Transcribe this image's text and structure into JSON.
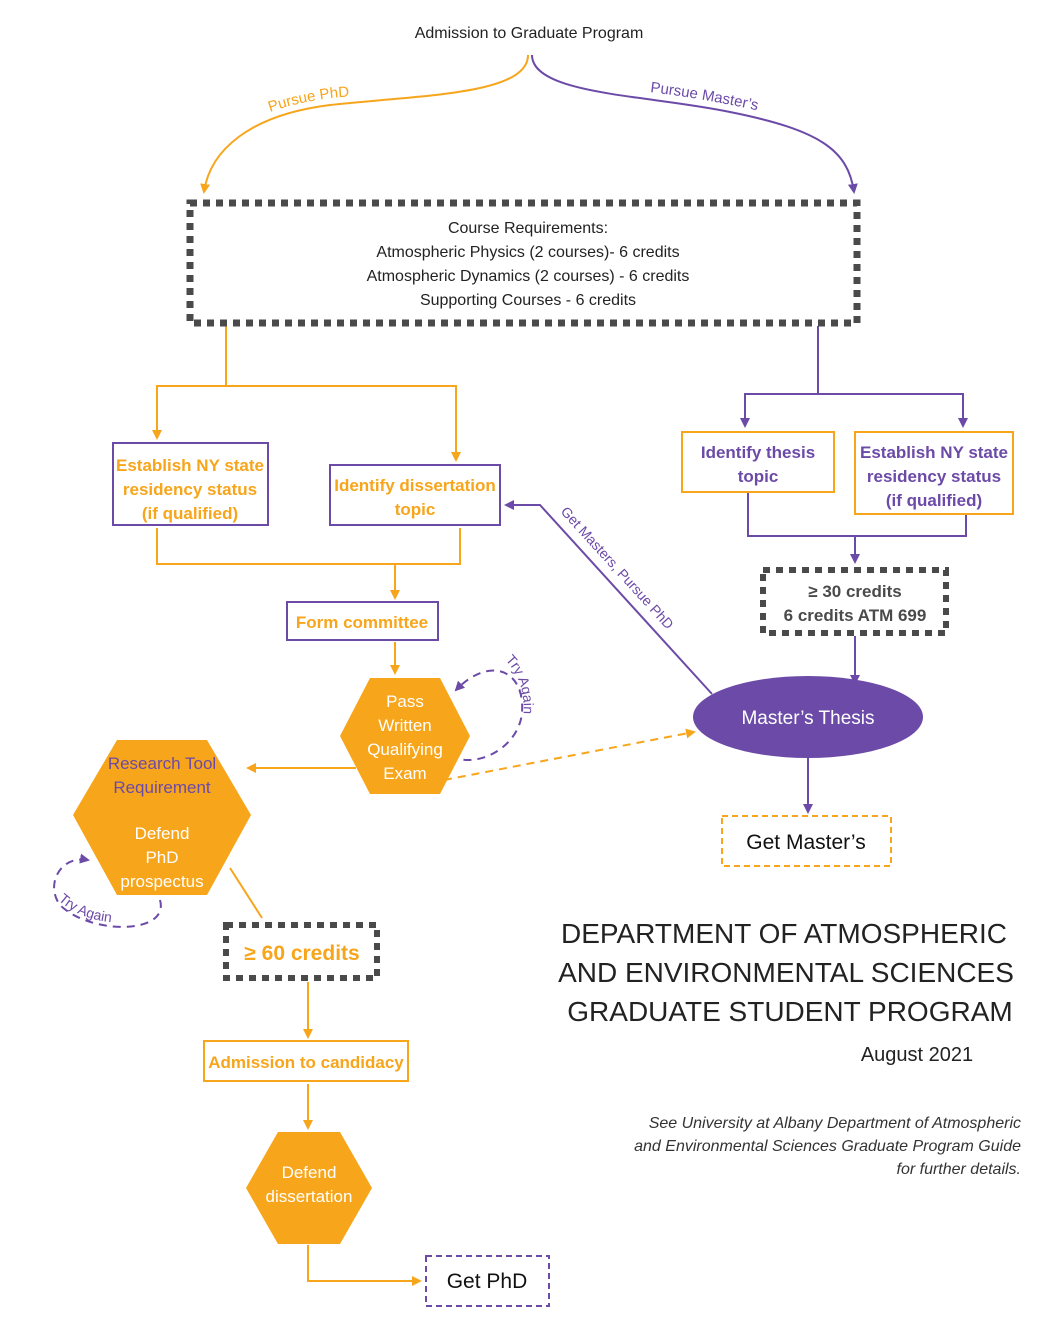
{
  "colors": {
    "phd": "#f7a51b",
    "masters": "#6c4aa7",
    "course_box_border": "#4a4a4a",
    "text": "#222222"
  },
  "start": {
    "label": "Admission to Graduate Program"
  },
  "branches": {
    "phd": "Pursue PhD",
    "masters": "Pursue Master’s"
  },
  "course_requirements": {
    "lines": [
      "Course Requirements:",
      "Atmospheric Physics (2 courses)- 6 credits",
      "Atmospheric Dynamics (2 courses) - 6 credits",
      "Supporting Courses - 6 credits"
    ]
  },
  "phd": {
    "residency": [
      "Establish NY state",
      "residency status",
      "(if qualified)"
    ],
    "dissertation_topic": [
      "Identify dissertation",
      "topic"
    ],
    "committee": "Form committee",
    "qualifying_exam": [
      "Pass",
      "Written",
      "Qualifying",
      "Exam"
    ],
    "qualifying_retry": "Try Again",
    "research_tool": [
      "Research Tool",
      "Requirement"
    ],
    "prospectus": [
      "Defend",
      "PhD",
      "prospectus"
    ],
    "prospectus_retry": "Try Again",
    "credits": "≥ 60 credits",
    "candidacy": "Admission to candidacy",
    "defend": [
      "Defend",
      "dissertation"
    ],
    "end": "Get PhD"
  },
  "masters": {
    "thesis_topic": [
      "Identify thesis",
      "topic"
    ],
    "residency": [
      "Establish NY state",
      "residency status",
      "(if qualified)"
    ],
    "credits": [
      "≥ 30 credits",
      "6 credits ATM 699"
    ],
    "thesis": "Master’s Thesis",
    "end": "Get Master’s",
    "switch_to_phd": "Get Masters, Pursue PhD"
  },
  "title": {
    "lines": [
      "DEPARTMENT OF ATMOSPHERIC",
      "AND ENVIRONMENTAL SCIENCES",
      "GRADUATE STUDENT PROGRAM"
    ],
    "date": "August 2021"
  },
  "note": {
    "lines": [
      "See University at Albany Department of Atmospheric",
      "and Environmental Sciences Graduate Program Guide",
      "for further details."
    ]
  }
}
